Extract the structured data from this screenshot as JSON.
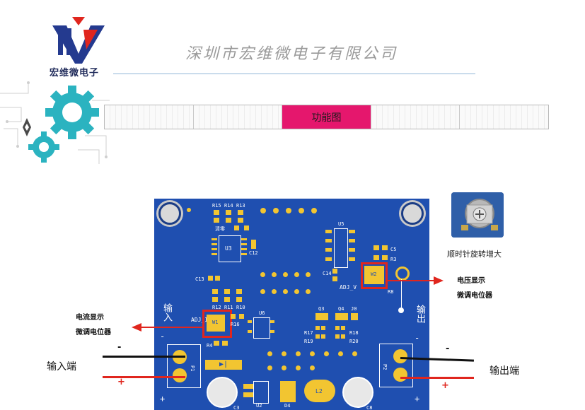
{
  "header": {
    "company_name": "深圳市宏维微电子有限公司",
    "logo_caption": "宏维微电子"
  },
  "tabbar": {
    "active_tab": "功能图"
  },
  "board": {
    "silkscreen": {
      "p1": "P1",
      "p2": "P2",
      "u3": "U3",
      "u5": "U5",
      "u6": "U6",
      "r15": "R15",
      "r14": "R14",
      "r13": "R13",
      "zero": "清零",
      "c12": "C12",
      "c13": "C13",
      "c5": "C5",
      "r3": "R3",
      "r8": "R8",
      "c14": "C14",
      "adj_v": "ADJ_V",
      "adj_i": "ADJ_I",
      "r12": "R12",
      "r11": "R11",
      "r10": "R10",
      "r16": "R16",
      "r4": "R4",
      "q3": "Q3",
      "q4": "Q4",
      "j0": "J0",
      "r17": "R17",
      "r19": "R19",
      "r18": "R18",
      "r20": "R20",
      "l2": "L2",
      "u2": "U2",
      "d4": "D4",
      "c3": "C3",
      "c8": "C8",
      "w1": "W1",
      "w2": "W2",
      "input_label": "输入",
      "output_label": "输出"
    }
  },
  "annotations": {
    "voltage_title": "电压显示",
    "voltage_sub": "微调电位器",
    "current_title": "电流显示",
    "current_sub": "微调电位器",
    "input_terminal": "输入端",
    "output_terminal": "输出端",
    "plus": "+",
    "minus": "-",
    "photo_caption": "顺时针旋转增大"
  },
  "colors": {
    "board": "#1f4fb0",
    "pad": "#f2c531",
    "highlight": "#e0261e",
    "tab_active": "#e5176d"
  }
}
